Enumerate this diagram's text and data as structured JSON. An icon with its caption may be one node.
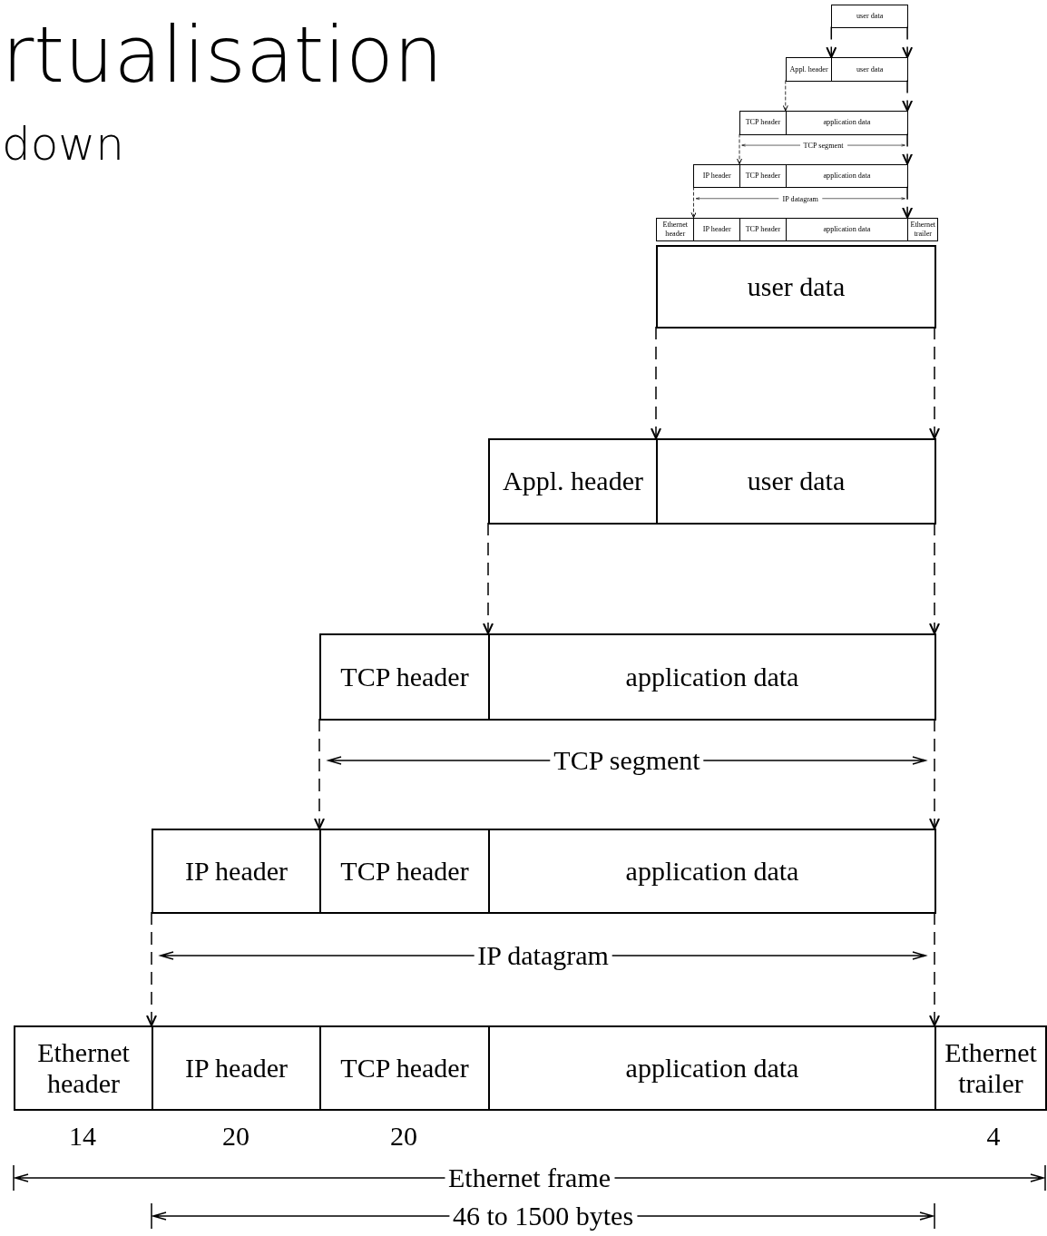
{
  "diagram": {
    "title": "rtualisation",
    "nodes": [
      {
        "text": [
          "user data"
        ]
      },
      {
        "text": [
          "Appl. header"
        ]
      },
      {
        "text": [
          "user data"
        ]
      },
      {
        "text": [
          "TCP header"
        ]
      },
      {
        "text": [
          "application data"
        ]
      },
      {
        "text": [
          "IP header"
        ]
      },
      {
        "text": [
          "TCP header"
        ]
      },
      {
        "text": [
          "application data"
        ]
      },
      {
        "text": [
          "Ethernet header"
        ]
      },
      {
        "text": [
          "IP header"
        ]
      },
      {
        "text": [
          "TCP header"
        ]
      },
      {
        "text": [
          "application data"
        ]
      },
      {
        "text": [
          "Ethernet trailer"
        ]
      },
      {
        "text": [
          "user data"
        ]
      },
      {
        "text": [
          "Appl. header"
        ]
      },
      {
        "text": [
          "user data"
        ]
      },
      {
        "text": [
          "TCP header"
        ]
      },
      {
        "text": [
          "application data"
        ]
      },
      {
        "text": [
          "IP header"
        ]
      },
      {
        "text": [
          "TCP header"
        ]
      },
      {
        "text": [
          "application data"
        ]
      },
      {
        "text": [
          "Ethernet header"
        ]
      },
      {
        "text": [
          "IP header"
        ]
      },
      {
        "text": [
          "TCP header"
        ]
      },
      {
        "text": [
          "application data"
        ]
      },
      {
        "text": [
          "Ethernet trailer"
        ]
      }
    ],
    "edges": [
      {
        "from": 0,
        "to": 2,
        "arrow": "to",
        "style": "dashed"
      },
      {
        "from": 0,
        "to": 2,
        "arrow": "to",
        "style": "dashed"
      },
      {
        "from": 1,
        "to": 4,
        "arrow": "to",
        "style": "dashed"
      },
      {
        "from": 2,
        "to": 4,
        "arrow": "to",
        "style": "dashed"
      },
      {
        "from": 3,
        "to": 6,
        "arrow": "to",
        "style": "dashed"
      },
      {
        "from": 4,
        "to": 7,
        "arrow": "to",
        "style": "dashed"
      },
      {
        "from": 5,
        "to": 9,
        "arrow": "to",
        "style": "dashed"
      },
      {
        "from": 7,
        "to": 11,
        "arrow": "to",
        "style": "dashed"
      },
      {
        "from": 13,
        "to": 15,
        "arrow": "to",
        "style": "dashed"
      },
      {
        "from": 13,
        "to": 15,
        "arrow": "to",
        "style": "dashed"
      },
      {
        "from": 14,
        "to": 17,
        "arrow": "to",
        "style": "dashed"
      },
      {
        "from": 15,
        "to": 17,
        "arrow": "to",
        "style": "dashed"
      },
      {
        "from": 16,
        "to": 19,
        "arrow": "to",
        "style": "dashed"
      },
      {
        "from": 17,
        "to": 20,
        "arrow": "to",
        "style": "dashed"
      },
      {
        "from": 18,
        "to": 22,
        "arrow": "to",
        "style": "dashed"
      },
      {
        "from": 20,
        "to": 24,
        "arrow": "to",
        "style": "dashed"
      }
    ],
    "labels": [
      "down",
      "TCP segment",
      "IP datagram",
      "TCP segment",
      "IP datagram",
      "14",
      "20",
      "20",
      "4",
      "Ethernet frame",
      "46 to 1500 bytes"
    ]
  }
}
